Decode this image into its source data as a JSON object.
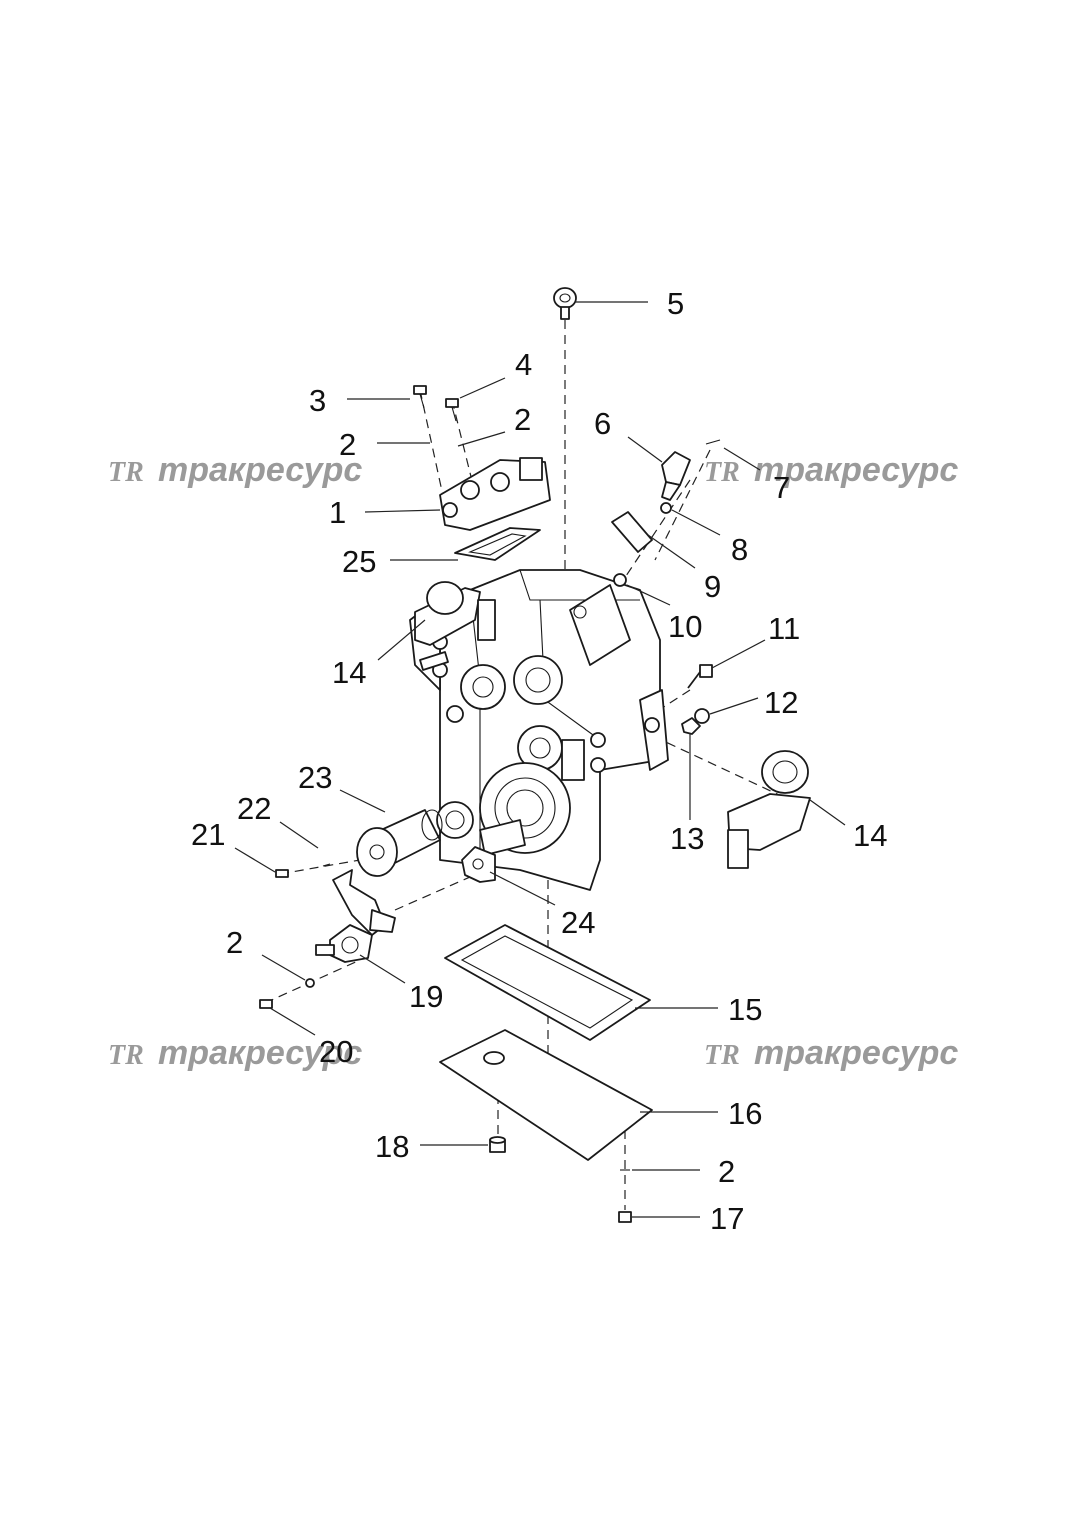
{
  "watermark": {
    "logo": "TR",
    "text": "тракресурс"
  },
  "callouts": [
    {
      "id": "c5",
      "label": "5"
    },
    {
      "id": "c4",
      "label": "4"
    },
    {
      "id": "c3",
      "label": "3"
    },
    {
      "id": "c2a",
      "label": "2"
    },
    {
      "id": "c2b",
      "label": "2"
    },
    {
      "id": "c6",
      "label": "6"
    },
    {
      "id": "c7",
      "label": "7"
    },
    {
      "id": "c1",
      "label": "1"
    },
    {
      "id": "c8",
      "label": "8"
    },
    {
      "id": "c25",
      "label": "25"
    },
    {
      "id": "c9",
      "label": "9"
    },
    {
      "id": "c10",
      "label": "10"
    },
    {
      "id": "c11",
      "label": "11"
    },
    {
      "id": "c14a",
      "label": "14"
    },
    {
      "id": "c12",
      "label": "12"
    },
    {
      "id": "c23",
      "label": "23"
    },
    {
      "id": "c22",
      "label": "22"
    },
    {
      "id": "c21",
      "label": "21"
    },
    {
      "id": "c13",
      "label": "13"
    },
    {
      "id": "c14b",
      "label": "14"
    },
    {
      "id": "c24",
      "label": "24"
    },
    {
      "id": "c2c",
      "label": "2"
    },
    {
      "id": "c19",
      "label": "19"
    },
    {
      "id": "c15",
      "label": "15"
    },
    {
      "id": "c20",
      "label": "20"
    },
    {
      "id": "c16",
      "label": "16"
    },
    {
      "id": "c18",
      "label": "18"
    },
    {
      "id": "c2d",
      "label": "2"
    },
    {
      "id": "c17",
      "label": "17"
    }
  ]
}
